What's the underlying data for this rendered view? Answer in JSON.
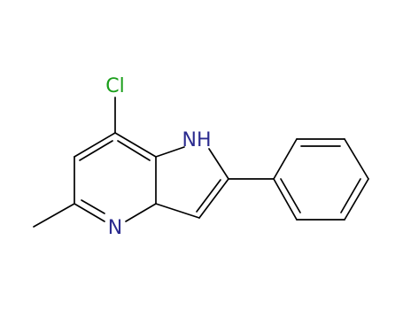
{
  "molecule": {
    "atoms": {
      "chlorine": {
        "label": "Cl",
        "color": "#1a9e1a"
      },
      "pyrrole_nitrogen": {
        "label": "NH",
        "color": "#2b2b8f"
      },
      "pyridine_nitrogen": {
        "label": "N",
        "color": "#2b2b8f"
      }
    },
    "bond_color": "#000000"
  }
}
